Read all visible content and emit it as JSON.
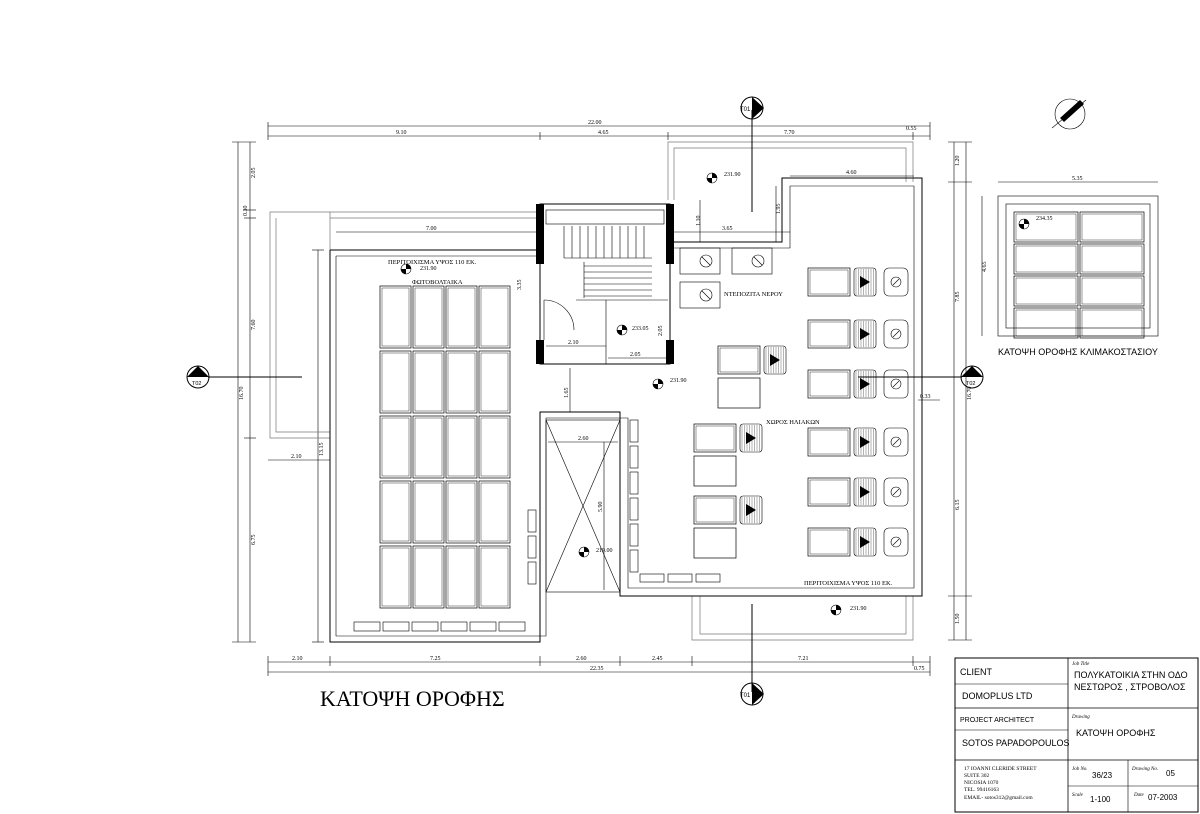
{
  "plan": {
    "main_title": "ΚΑΤΟΨΗ ΟΡΟΦΗΣ",
    "stair_roof_title": "ΚΑΤΟΨΗ ΟΡΟΦΗΣ ΚΛΙΜΑΚΟΣΤΑΣΙΟΥ",
    "parapet_top": "ΠΕΡΙΤΟΙΧΙΣΜΑ ΥΨΟΣ 110 ΕΚ.",
    "parapet_bottom": "ΠΕΡΙΤΟΙΧΙΣΜΑ ΥΨΟΣ 110 ΕΚ.",
    "pv_label": "ΦΩΤΟΒΟΛΤΑΙΚΑ",
    "tanks_label": "ΝΤΕΠΟΖΙΤΑ ΝΕΡΟΥ",
    "solar_label": "ΧΩΡΟΣ ΗΛΙΑΚΩΝ",
    "levels": {
      "l1": "231.90",
      "l2": "231.90",
      "l3": "233.05",
      "l4": "231.90",
      "l5": "219.00",
      "l6": "231.90",
      "l7": "234.35"
    },
    "sections": {
      "top": "T01",
      "bottom": "T01",
      "left": "T02",
      "right": "T02"
    },
    "dims": {
      "top_total": "22.00",
      "top_a": "9.10",
      "top_b": "4.65",
      "top_c": "7.70",
      "top_d": "0.55",
      "upper_460": "4.60",
      "upper_365": "3.65",
      "upper_195": "1.95",
      "upper_110": "1.10",
      "wing_700": "7.00",
      "stair_335": "3.35",
      "stair_210": "2.10",
      "stair_205": "2.05",
      "stair_205v": "2.05",
      "shaft_165": "1.65",
      "shaft_260": "2.60",
      "shaft_590": "5.90",
      "left_205": "2.05",
      "left_030": "0.30",
      "left_760": "7.60",
      "left_1670": "16.70",
      "left_1315": "13.15",
      "left_675": "6.75",
      "left_210": "2.10",
      "right_120": "1.20",
      "right_785": "7.85",
      "right_1670": "16.70",
      "right_615": "6.15",
      "right_150": "1.50",
      "right_033": "0.33",
      "bot_210": "2.10",
      "bot_725": "7.25",
      "bot_260": "2.60",
      "bot_245": "2.45",
      "bot_721": "7.21",
      "bot_075": "0.75",
      "bot_2235": "22.35",
      "inset_535": "5.35",
      "inset_465": "4.65"
    }
  },
  "title_block": {
    "client_label": "CLIENT",
    "client_value": "DOMOPLUS LTD",
    "job_title_label": "Job Title",
    "job_title_line1": "ΠΟΛΥΚΑΤΟΙΚΙΑ ΣΤΗΝ ΟΔΟ",
    "job_title_line2": "ΝΕΣΤΩΡΟΣ , ΣΤΡΟΒΟΛΟΣ",
    "architect_label": "PROJECT ARCHITECT",
    "architect_value": "SOTOS PAPADOPOULOS",
    "drawing_label": "Drawing",
    "drawing_value": "ΚΑΤΟΨΗ ΟΡΟΦΗΣ",
    "address_lines": [
      "17 IOANNI CLERIDE STREET",
      "SUITE 302",
      "NICOSIA 1070",
      "TEL. 99416163",
      "EMAIL- sotos312@gmail.com"
    ],
    "job_no_label": "Job No.",
    "job_no_value": "36/23",
    "drawing_no_label": "Drawing No.",
    "drawing_no_value": "05",
    "scale_label": "Scale",
    "scale_value": "1-100",
    "date_label": "Date",
    "date_value": "07-2003"
  }
}
